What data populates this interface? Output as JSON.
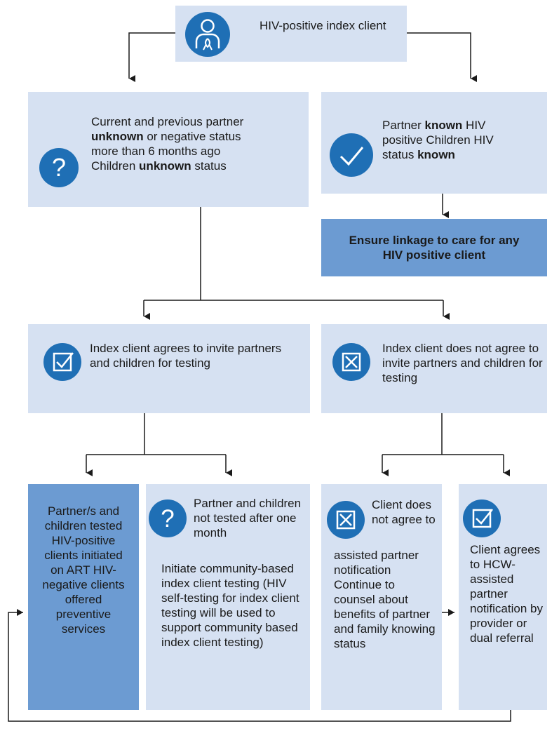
{
  "colors": {
    "box_light": "#d6e1f2",
    "box_dark": "#6c9bd2",
    "icon_blue": "#1f6fb5",
    "line": "#1a1a1a"
  },
  "top": {
    "label": "HIV-positive index client",
    "icon": "person-ribbon-icon"
  },
  "left_status": {
    "icon": "question-icon",
    "line1": "Current and previous partner",
    "line2_bold": "unknown",
    "line2_rest": " or negative status",
    "line3": "more than 6 months ago",
    "line4_pre": "Children ",
    "line4_bold": "unknown",
    "line4_post": " status"
  },
  "right_status": {
    "icon": "check-circle-icon",
    "line1_pre": "Partner ",
    "line1_bold": "known",
    "line1_post": " HIV",
    "line2": "positive Children HIV",
    "line3_pre": "status ",
    "line3_bold": "known"
  },
  "linkage": {
    "text": "Ensure linkage to care for any HIV positive client"
  },
  "agree": {
    "icon": "checkbox-checked-icon",
    "text": "Index client agrees to invite partners and children for testing"
  },
  "not_agree": {
    "icon": "checkbox-x-icon",
    "text": "Index client does not agree to invite partners and children for testing"
  },
  "tested": {
    "text": "Partner/s and children tested HIV-positive clients initiated on ART HIV-negative clients offered preventive services"
  },
  "not_tested": {
    "icon": "question-icon",
    "heading": "Partner and children not tested after one month",
    "body": "Initiate community-based index client testing (HIV self-testing for index client testing will be used to support community based index client testing)"
  },
  "client_not_agree": {
    "icon": "checkbox-x-icon",
    "heading": "Client does not agree to",
    "body": "assisted partner notification Continue to counsel about benefits of partner and family knowing status"
  },
  "client_agrees": {
    "icon": "checkbox-checked-icon",
    "text": "Client agrees to HCW-assisted partner notification by provider or dual referral"
  }
}
